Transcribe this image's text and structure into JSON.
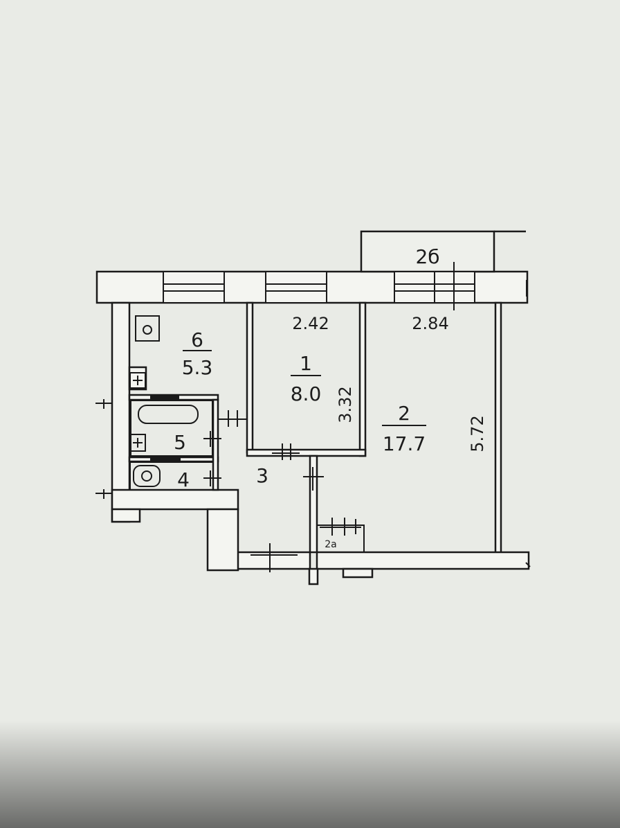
{
  "rooms": [
    {
      "id": "r6",
      "number": "6",
      "area": "5.3"
    },
    {
      "id": "r1",
      "number": "1",
      "area": "8.0"
    },
    {
      "id": "r2",
      "number": "2",
      "area": "17.7"
    },
    {
      "id": "r3",
      "number": "3"
    },
    {
      "id": "r4",
      "number": "4"
    },
    {
      "id": "r5",
      "number": "5"
    },
    {
      "id": "r2a",
      "number": "2a"
    },
    {
      "id": "r2b",
      "number": "2б"
    }
  ],
  "dimensions": {
    "room1_width": "2.42",
    "room2_width": "2.84",
    "room1_depth": "3.32",
    "room2_depth": "5.72"
  },
  "colors": {
    "paper": "#e9ebe6",
    "wall_fill": "#f4f5f1",
    "line": "#1a1a1a",
    "shadow": "#3a3a3a"
  },
  "icons": [
    "stove-icon",
    "bathtub-icon",
    "toilet-icon",
    "vent-shaft-icon"
  ]
}
